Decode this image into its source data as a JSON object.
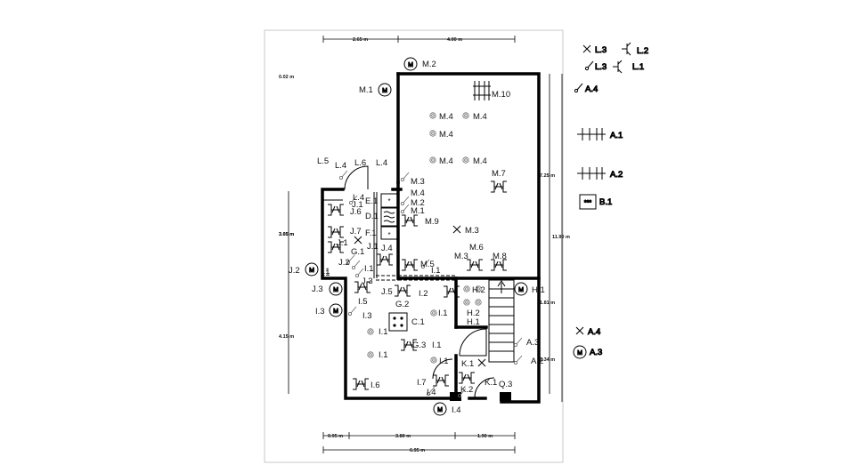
{
  "plan": {
    "dims": {
      "top_left": "2.65 m",
      "top_right": "4.00 m",
      "corner": "0.02 m",
      "right_total": "11.90 m",
      "right_upper": "7.25 m",
      "right_mid": "1.81 m",
      "right_lower": "2.34 m",
      "left_upper": "3.65 m",
      "left_upper_overlap": "3.05 m",
      "left_lower": "4.15 m",
      "bottom_a": "0.95 m",
      "bottom_b": "3.80 m",
      "bottom_c": "1.90 m",
      "bottom_total": "6.95 m"
    },
    "legend": {
      "l3_cross": "L.3",
      "l2": "L.2",
      "l3_switch": "L.3",
      "l1": "L.1",
      "a4_switch": "A.4",
      "a1": "A.1",
      "a2": "A.2",
      "b1": "B.1",
      "a4_cross": "A.4",
      "a3_motor": "A.3"
    },
    "labels": [
      {
        "t": "M.2"
      },
      {
        "t": "M.1"
      },
      {
        "t": "M.10"
      },
      {
        "t": "M.4"
      },
      {
        "t": "M.4"
      },
      {
        "t": "M.4"
      },
      {
        "t": "M.4"
      },
      {
        "t": "M.4"
      },
      {
        "t": "M.7"
      },
      {
        "t": "L.5"
      },
      {
        "t": "L.4"
      },
      {
        "t": "L.6"
      },
      {
        "t": "L.4"
      },
      {
        "t": "M.3"
      },
      {
        "t": "M.4"
      },
      {
        "t": "E.1"
      },
      {
        "t": "L.4"
      },
      {
        "t": "J.1"
      },
      {
        "t": "M.2"
      },
      {
        "t": "J.6"
      },
      {
        "t": "M.1"
      },
      {
        "t": "D.1"
      },
      {
        "t": "M.9"
      },
      {
        "t": "F.1"
      },
      {
        "t": "M.3"
      },
      {
        "t": "J.7"
      },
      {
        "t": "J.1"
      },
      {
        "t": "J.1"
      },
      {
        "t": "J.4"
      },
      {
        "t": "G.1"
      },
      {
        "t": "M.6"
      },
      {
        "t": "M.3"
      },
      {
        "t": "M.8"
      },
      {
        "t": "J.2"
      },
      {
        "t": "J.2"
      },
      {
        "t": "I.1"
      },
      {
        "t": "I.1"
      },
      {
        "t": "M.5"
      },
      {
        "t": "I.1"
      },
      {
        "t": "J.3"
      },
      {
        "t": "J.3"
      },
      {
        "t": "J.5"
      },
      {
        "t": "I.2"
      },
      {
        "t": "H.2"
      },
      {
        "t": "H.1"
      },
      {
        "t": "I.5"
      },
      {
        "t": "G.2"
      },
      {
        "t": "I.3"
      },
      {
        "t": "I.3"
      },
      {
        "t": "I.1"
      },
      {
        "t": "H.2"
      },
      {
        "t": "H.1"
      },
      {
        "t": "C.1"
      },
      {
        "t": "I.1"
      },
      {
        "t": "G.3"
      },
      {
        "t": "I.1"
      },
      {
        "t": "A.3"
      },
      {
        "t": "I.1"
      },
      {
        "t": "I.1"
      },
      {
        "t": "K.1"
      },
      {
        "t": "A.2"
      },
      {
        "t": "I.6"
      },
      {
        "t": "I.7"
      },
      {
        "t": "K.2"
      },
      {
        "t": "K.1"
      },
      {
        "t": "Q.3"
      },
      {
        "t": "I.4"
      },
      {
        "t": "I.4"
      },
      {
        "t": "I.1"
      }
    ]
  }
}
